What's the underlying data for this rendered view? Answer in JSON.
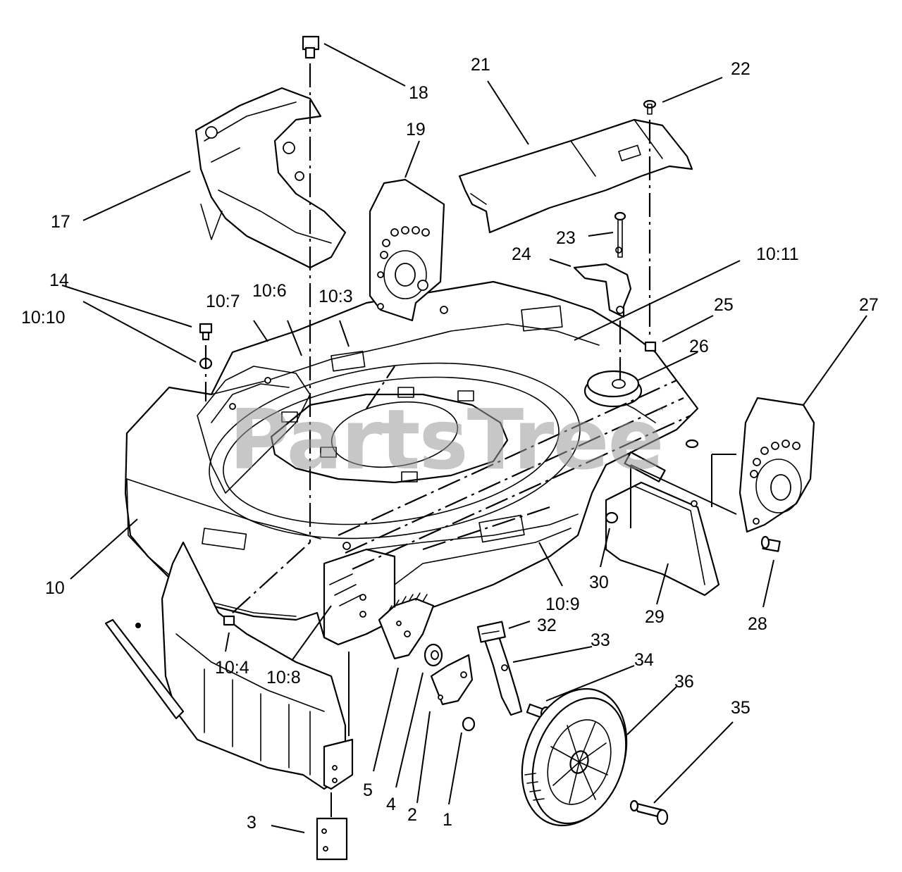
{
  "watermark": {
    "text": "PartsTree",
    "mark": "™"
  },
  "callouts": [
    {
      "id": "18",
      "text": "18"
    },
    {
      "id": "21",
      "text": "21"
    },
    {
      "id": "22",
      "text": "22"
    },
    {
      "id": "19",
      "text": "19"
    },
    {
      "id": "17",
      "text": "17"
    },
    {
      "id": "23",
      "text": "23"
    },
    {
      "id": "24",
      "text": "24"
    },
    {
      "id": "10-11",
      "text": "10:11"
    },
    {
      "id": "14",
      "text": "14"
    },
    {
      "id": "10-7",
      "text": "10:7"
    },
    {
      "id": "10-6",
      "text": "10:6"
    },
    {
      "id": "10-3",
      "text": "10:3"
    },
    {
      "id": "25",
      "text": "25"
    },
    {
      "id": "27",
      "text": "27"
    },
    {
      "id": "10-10",
      "text": "10:10"
    },
    {
      "id": "26",
      "text": "26"
    },
    {
      "id": "10",
      "text": "10"
    },
    {
      "id": "30",
      "text": "30"
    },
    {
      "id": "10-9",
      "text": "10:9"
    },
    {
      "id": "29",
      "text": "29"
    },
    {
      "id": "28",
      "text": "28"
    },
    {
      "id": "32",
      "text": "32"
    },
    {
      "id": "33",
      "text": "33"
    },
    {
      "id": "34",
      "text": "34"
    },
    {
      "id": "36",
      "text": "36"
    },
    {
      "id": "35",
      "text": "35"
    },
    {
      "id": "10-4",
      "text": "10:4"
    },
    {
      "id": "10-8",
      "text": "10:8"
    },
    {
      "id": "5",
      "text": "5"
    },
    {
      "id": "4",
      "text": "4"
    },
    {
      "id": "2",
      "text": "2"
    },
    {
      "id": "1",
      "text": "1"
    },
    {
      "id": "3",
      "text": "3"
    }
  ]
}
